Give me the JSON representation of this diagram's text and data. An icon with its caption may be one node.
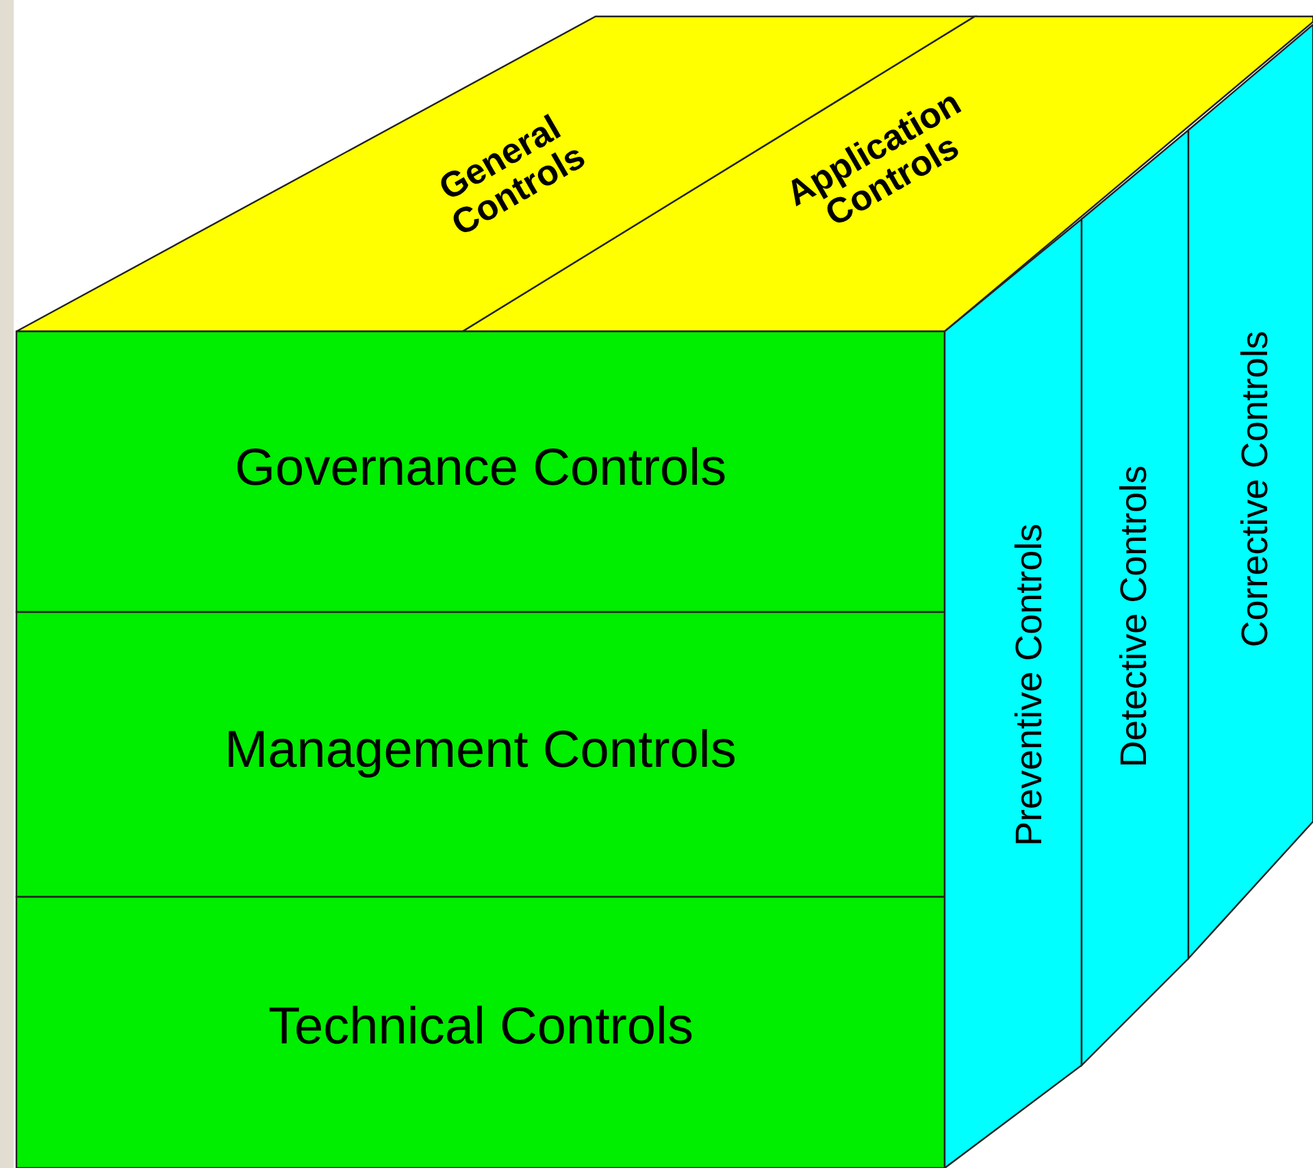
{
  "diagram": {
    "nodes": [
      {
        "text": [
          "General Controls"
        ]
      },
      {
        "text": [
          "Application Controls"
        ]
      },
      {
        "text": [
          "Governance Controls"
        ]
      },
      {
        "text": [
          "Management Controls"
        ]
      },
      {
        "text": [
          "Technical Controls"
        ]
      },
      {
        "text": [
          "Preventive Controls"
        ]
      },
      {
        "text": [
          "Detective Controls"
        ]
      },
      {
        "text": [
          "Corrective Controls"
        ]
      }
    ]
  }
}
